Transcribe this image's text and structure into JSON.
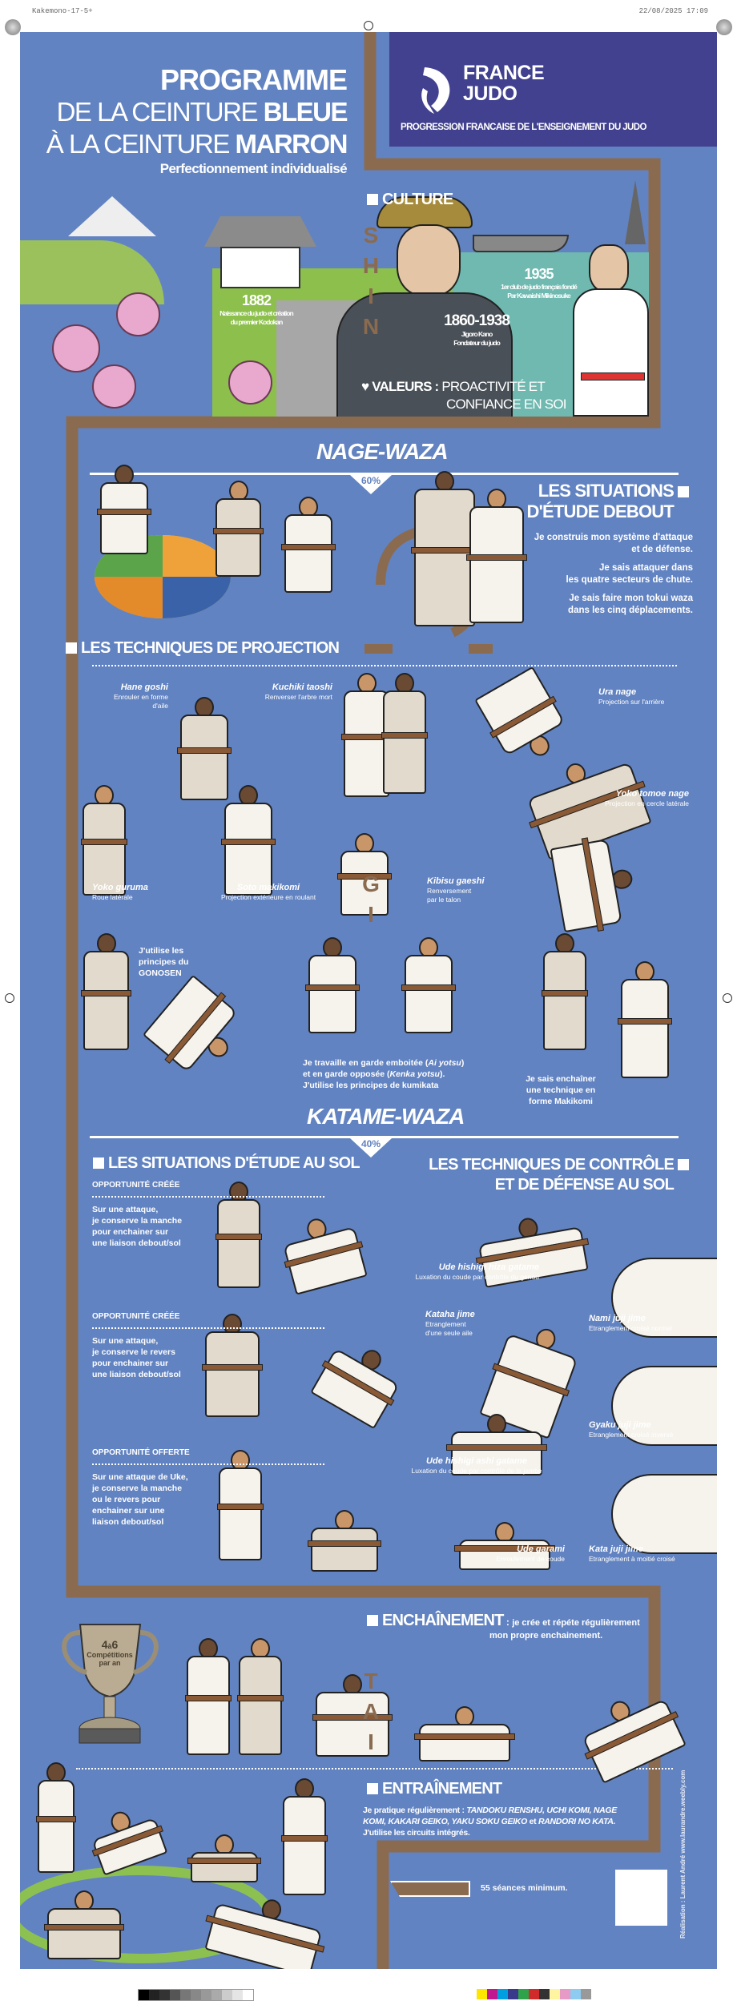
{
  "print_marks": {
    "file": "Kakemono-17-5+",
    "date": "22/08/2025 17:09"
  },
  "header": {
    "title_line1": "PROGRAMME",
    "title_line2_a": "DE LA CEINTURE ",
    "title_line2_b": "BLEUE",
    "title_line3_a": "À LA CEINTURE ",
    "title_line3_b": "MARRON",
    "subtitle": "Perfectionnement individualisé",
    "logo_line1": "FRANCE",
    "logo_line2": "JUDO",
    "tagline": "PROGRESSION FRANCAISE DE L'ENSEIGNEMENT DU JUDO"
  },
  "culture": {
    "heading": "CULTURE",
    "year_1882": "1882",
    "text_1882_1": "Naissance du judo et création",
    "text_1882_2": "du premier Kodokan",
    "year_1935": "1935",
    "text_1935_1": "1er club de judo français fondé",
    "text_1935_2": "Par Kawaishi Mikinosuke",
    "years_kano": "1860-1938",
    "kano_1": "Jigoro Kano",
    "kano_2": "Fondateur du judo",
    "values_label": "VALEURS :",
    "values_1": "PROACTIVITÉ ET",
    "values_2": "CONFIANCE EN SOI"
  },
  "pillars": {
    "shin": "SHIN",
    "gi": "GI",
    "tai": "TAI"
  },
  "nage_waza": {
    "title": "NAGE-WAZA",
    "percent": "60%",
    "situations_line1": "LES SITUATIONS",
    "situations_line2": "D'ÉTUDE DEBOUT",
    "p1_1": "Je construis mon système d'attaque",
    "p1_2": "et de défense.",
    "p2_1": "Je sais attaquer dans",
    "p2_2": "les quatre secteurs de chute.",
    "p3_1": "Je sais faire mon tokui waza",
    "p3_2": "dans les cinq déplacements.",
    "techniques_heading": "LES TECHNIQUES DE PROJECTION",
    "techniques": [
      {
        "name": "Hane goshi",
        "desc": "Enrouler en forme d'aile"
      },
      {
        "name": "Kuchiki taoshi",
        "desc": "Renverser l'arbre mort"
      },
      {
        "name": "Ura nage",
        "desc": "Projection sur l'arrière"
      },
      {
        "name": "Yoko tomoe nage",
        "desc": "Projection en cercle latérale"
      },
      {
        "name": "Yoko guruma",
        "desc": "Roue latérale"
      },
      {
        "name": "Soto makikomi",
        "desc": "Projection extérieure en roulant"
      },
      {
        "name": "Kibisu gaeshi",
        "desc": "Renversement",
        "desc2": "par le talon"
      }
    ],
    "gonosen_1": "J'utilise les",
    "gonosen_2": "principes du",
    "gonosen_3": "GONOSEN",
    "garde_1a": "Je travaille en garde emboitée (",
    "garde_1b": "Ai yotsu",
    "garde_1c": ")",
    "garde_2a": "et en garde opposée (",
    "garde_2b": "Kenka yotsu",
    "garde_2c": ").",
    "garde_3": "J'utilise les principes de kumikata",
    "makikomi_1": "Je sais enchaîner",
    "makikomi_2": "une technique en",
    "makikomi_3": "forme Makikomi"
  },
  "katame_waza": {
    "title": "KATAME-WAZA",
    "percent": "40%",
    "sol_heading": "LES SITUATIONS D'ÉTUDE AU SOL",
    "situations": [
      {
        "label": "OPPORTUNITÉ CRÉÉE",
        "lines": [
          "Sur une attaque,",
          "je conserve la manche",
          "pour enchainer sur",
          "une liaison debout/sol"
        ]
      },
      {
        "label": "OPPORTUNITÉ CRÉÉE",
        "lines": [
          "Sur une attaque,",
          "je conserve le revers",
          "pour enchainer sur",
          "une liaison debout/sol"
        ]
      },
      {
        "label": "OPPORTUNITÉ OFFERTE",
        "lines": [
          "Sur une attaque de Uke,",
          "je conserve la manche",
          "ou le revers pour",
          "enchainer sur une",
          "liaison debout/sol"
        ]
      }
    ],
    "control_line1": "LES TECHNIQUES DE CONTRÔLE",
    "control_line2": "ET DE DÉFENSE AU SOL",
    "techniques": [
      {
        "name": "Ude hishigi hiza gatame",
        "desc": "Luxation du coude par contrôle du genou"
      },
      {
        "name": "Nami juji jime",
        "desc": "Etranglement croisé normal"
      },
      {
        "name": "Kataha jime",
        "desc": "Etranglement",
        "desc2": "d'une seule aile"
      },
      {
        "name": "Gyaku juji jime",
        "desc": "Etranglement croisé inversé"
      },
      {
        "name": "Ude hishigi ashi gatame",
        "desc": "Luxation du coude par contrôle de la jambe"
      },
      {
        "name": "Ude garami",
        "desc": "Enroulement de coude"
      },
      {
        "name": "Kata juji jime",
        "desc": "Etranglement à moitié croisé"
      }
    ]
  },
  "trophy": {
    "count_a": "4",
    "count_mid": "à",
    "count_b": "6",
    "line1": "Compétitions",
    "line2": "par an"
  },
  "enchainement": {
    "heading": "ENCHAÎNEMENT",
    "sep": " : ",
    "text1": "je crée et répéte régulièrement",
    "text2": "mon propre enchainement."
  },
  "entrainement": {
    "heading": "ENTRAÎNEMENT",
    "l1a": "Je pratique régulièrement : ",
    "l1b": "TANDOKU RENSHU, UCHI KOMI, NAGE",
    "l2a": "KOMI, KAKARI GEIKO, YAKU SOKU GEIKO",
    "l2b": " et ",
    "l2c": "RANDORI NO KATA.",
    "l3": "J'utilise les circuits intégrés.",
    "sessions": "55 séances minimum."
  },
  "credit": "Réalisation : Laurent André www.laurandre.weebly.com",
  "colors": {
    "poster_blue": "#6283c1",
    "header_navy": "#42418f",
    "path_brown": "#8a6b50",
    "mat_green": "#8cc152",
    "sea_teal": "#6fb9b0"
  }
}
